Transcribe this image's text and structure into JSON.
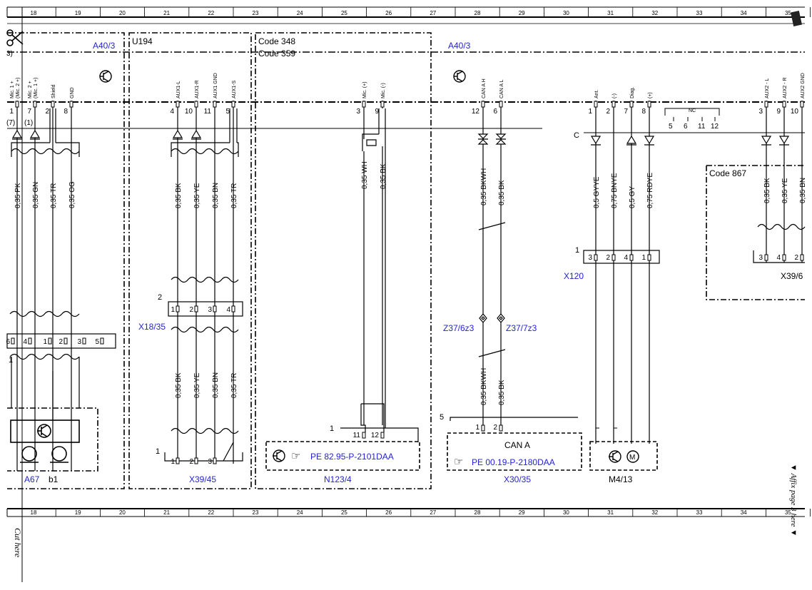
{
  "grid_columns": [
    "18",
    "19",
    "20",
    "21",
    "22",
    "23",
    "24",
    "25",
    "26",
    "27",
    "28",
    "29",
    "30",
    "31",
    "32",
    "33",
    "34",
    "35"
  ],
  "cut_text": "Cut here",
  "affix_text": "▼ Affix page 3 here ▼",
  "left_fragments": {
    "paren3": "3)",
    "paren7": "(7)",
    "paren1": "(1)",
    "c_label": "C"
  },
  "boxes": {
    "a40_left": "A40/3",
    "u194": "U194",
    "code348": "Code 348",
    "code359": "Code 359",
    "a40_right": "A40/3",
    "code867": "Code 867"
  },
  "a40_pins": {
    "names": [
      "Mic. 1 +\n(Mic. 2 +)",
      "Mic. 2 +\n(Mic. 1 +)",
      "Shield",
      "GND"
    ],
    "numbers": [
      "1",
      "7",
      "2",
      "8"
    ],
    "wires": [
      "0,35 PK",
      "0,35 GN",
      "0,35 TR",
      "0,35 OG"
    ]
  },
  "u194_pins": {
    "names": [
      "AUX1-L",
      "AUX1-R",
      "AUX1 GND",
      "AUX1-S"
    ],
    "numbers": [
      "4",
      "10",
      "11",
      "5"
    ],
    "wires_top": [
      "0,35 BK",
      "0,35 YE",
      "0,35 BN",
      "0,35 TR"
    ],
    "wires_bottom": [
      "0,35 BK",
      "0,35 YE",
      "0,35 BN",
      "0,35 TR"
    ]
  },
  "n123_pins": {
    "names": [
      "Mic. (+)",
      "Mic. (-)"
    ],
    "numbers": [
      "3",
      "9"
    ],
    "wires": [
      "0,35 WH",
      "0,35 BK"
    ]
  },
  "can_pins": {
    "names": [
      "CAN A H",
      "CAN A L"
    ],
    "numbers": [
      "12",
      "6"
    ],
    "wires_top": [
      "0,35 BKWH",
      "0,35 BK"
    ],
    "wires_bottom": [
      "0,35 BKWH",
      "0,35 BK"
    ]
  },
  "m413_pins": {
    "names": [
      "Ant.",
      "(-)",
      "Diag.",
      "(+)"
    ],
    "numbers": [
      "1",
      "2",
      "7",
      "8"
    ],
    "wires": [
      "0,5 GYYE",
      "0,75 BNYE",
      "0,5 GY",
      "0,75 RDYE"
    ],
    "nc_label": "NC",
    "nc_numbers": [
      "5",
      "6",
      "11",
      "12"
    ]
  },
  "right_pins": {
    "names": [
      "AUX2 - L",
      "AUX2 - R",
      "AUX2 GND"
    ],
    "numbers": [
      "3",
      "9",
      "10"
    ],
    "wires": [
      "0,35 BK",
      "0,35 YE",
      "0,35 BN"
    ]
  },
  "connectors": {
    "x120": {
      "label": "X120",
      "num": "1",
      "pins": [
        "3",
        "2",
        "4",
        "1"
      ]
    },
    "x18": {
      "label": "X18/35",
      "num": "2",
      "pins": [
        "1",
        "2",
        "3",
        "4"
      ]
    },
    "left_strip": {
      "num": "1",
      "pins": [
        "6",
        "4",
        "1",
        "2",
        "3",
        "5"
      ]
    },
    "x39_45": {
      "label": "X39/45",
      "num": "1",
      "pins": [
        "1",
        "2",
        "3"
      ]
    },
    "n123": {
      "label": "N123/4",
      "num": "1",
      "pins": [
        "11",
        "12"
      ],
      "ref": "PE 82.95-P-2101DAA"
    },
    "x30": {
      "label": "X30/35",
      "num": "5",
      "pins": [
        "1",
        "2"
      ],
      "name": "CAN A",
      "ref": "PE 00.19-P-2180DAA"
    },
    "m413": {
      "label": "M4/13"
    },
    "x39_6": {
      "label": "X39/6",
      "pins": [
        "3",
        "4",
        "2"
      ]
    },
    "z6": "Z37/6z3",
    "z7": "Z37/7z3",
    "a67": "A67",
    "b1": "b1"
  }
}
